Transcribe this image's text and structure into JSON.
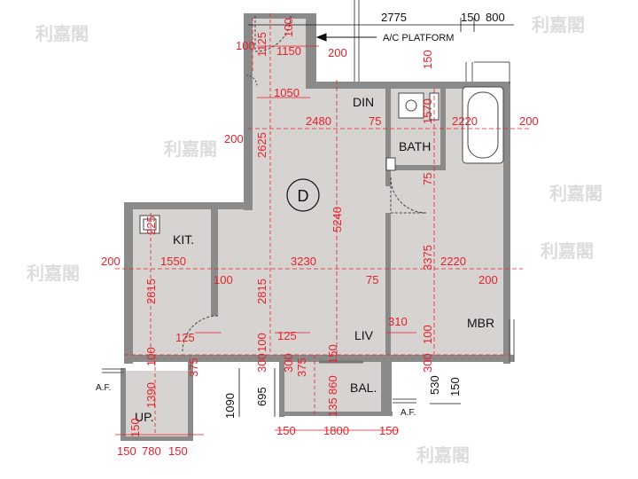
{
  "unit": {
    "label": "D"
  },
  "rooms": {
    "din": "DIN",
    "bath": "BATH",
    "kit": "KIT.",
    "liv": "LIV",
    "mbr": "MBR",
    "bal": "BAL.",
    "up": "UP."
  },
  "annotations": {
    "ac_platform": "A/C PLATFORM",
    "af_left": "A.F.",
    "af_right": "A.F."
  },
  "dimensions": {
    "top_2775": "2775",
    "top_150": "150",
    "top_800": "800",
    "d100_top_left": "100",
    "d1125": "1125",
    "d100_top_v": "100",
    "d1150": "1150",
    "d200_top": "200",
    "d150_top_v": "150",
    "d1050": "1050",
    "d2480": "2480",
    "d75_din": "75",
    "d1570": "1570",
    "d2220_top": "2220",
    "d200_right_top": "200",
    "d200_left_mid": "200",
    "d2625": "2625",
    "d75_bath": "75",
    "d225": "225",
    "d5240": "5240",
    "d3375": "3375",
    "d200_left": "200",
    "d1550": "1550",
    "d3230": "3230",
    "d2220_mid": "2220",
    "d2815_left": "2815",
    "d100_kit": "100",
    "d75_liv": "75",
    "d200_right_mid": "200",
    "d2815_mid": "2815",
    "d310": "310",
    "d125_left": "125",
    "d100_v_left": "100",
    "d125_mid": "125",
    "d100_v_mid": "100",
    "d100_v_right": "100",
    "d150_v_bal": "150",
    "d300_left": "300",
    "d375_left": "375",
    "d300_mid": "300",
    "d375_mid": "375",
    "d300_right": "300",
    "d1390": "1390",
    "d695": "695",
    "d860": "860",
    "d530": "530",
    "d150_right_black": "150",
    "d1090": "1090",
    "d135": "135",
    "d150_up": "150",
    "d150_bal_l": "150",
    "d1800": "1800",
    "d150_bal_r": "150",
    "d150_up_l": "150",
    "d780": "780",
    "d150_up_r": "150"
  },
  "watermark": {
    "text": "利嘉閣"
  },
  "colors": {
    "floor": "#d6d3d0",
    "wall": "#8a8a8a",
    "dim_line": "#e8202a",
    "wall_dark": "#5a5a5a"
  }
}
